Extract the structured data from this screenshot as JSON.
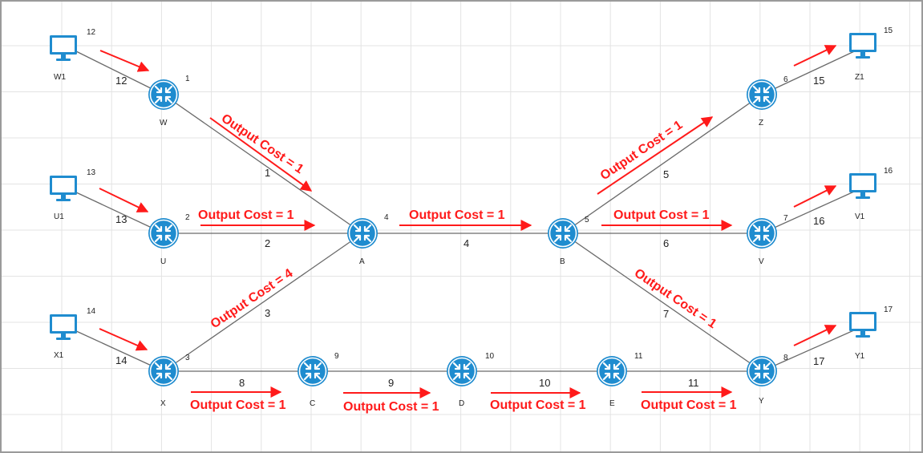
{
  "colors": {
    "background": "#ffffff",
    "grid": "#e3e3e3",
    "frame": "#9a9a9a",
    "link": "#6a6a6a",
    "router": "#1f8ccf",
    "computer": "#1f8ccf",
    "annotation": "#ff1a1a"
  },
  "icons": {
    "router": "router-icon",
    "computer": "computer-icon"
  },
  "nodes": {
    "W1": {
      "name": "W1",
      "id": "12",
      "kind": "computer"
    },
    "U1": {
      "name": "U1",
      "id": "13",
      "kind": "computer"
    },
    "X1": {
      "name": "X1",
      "id": "14",
      "kind": "computer"
    },
    "Z1": {
      "name": "Z1",
      "id": "15",
      "kind": "computer"
    },
    "V1": {
      "name": "V1",
      "id": "16",
      "kind": "computer"
    },
    "Y1": {
      "name": "Y1",
      "id": "17",
      "kind": "computer"
    },
    "W": {
      "name": "W",
      "id": "1",
      "kind": "router"
    },
    "U": {
      "name": "U",
      "id": "2",
      "kind": "router"
    },
    "X": {
      "name": "X",
      "id": "3",
      "kind": "router"
    },
    "A": {
      "name": "A",
      "id": "4",
      "kind": "router"
    },
    "B": {
      "name": "B",
      "id": "5",
      "kind": "router"
    },
    "Z": {
      "name": "Z",
      "id": "6",
      "kind": "router"
    },
    "V": {
      "name": "V",
      "id": "7",
      "kind": "router"
    },
    "Y": {
      "name": "Y",
      "id": "8",
      "kind": "router"
    },
    "C": {
      "name": "C",
      "id": "9",
      "kind": "router"
    },
    "D": {
      "name": "D",
      "id": "10",
      "kind": "router"
    },
    "E": {
      "name": "E",
      "id": "11",
      "kind": "router"
    }
  },
  "links": {
    "W1-W": {
      "from": "W1",
      "to": "W",
      "label": "12"
    },
    "U1-U": {
      "from": "U1",
      "to": "U",
      "label": "13"
    },
    "X1-X": {
      "from": "X1",
      "to": "X",
      "label": "14"
    },
    "W-A": {
      "from": "W",
      "to": "A",
      "label": "1"
    },
    "U-A": {
      "from": "U",
      "to": "A",
      "label": "2"
    },
    "X-A": {
      "from": "X",
      "to": "A",
      "label": "3"
    },
    "A-B": {
      "from": "A",
      "to": "B",
      "label": "4"
    },
    "B-Z": {
      "from": "B",
      "to": "Z",
      "label": "5"
    },
    "B-V": {
      "from": "B",
      "to": "V",
      "label": "6"
    },
    "B-Y": {
      "from": "B",
      "to": "Y",
      "label": "7"
    },
    "X-C": {
      "from": "X",
      "to": "C",
      "label": "8"
    },
    "C-D": {
      "from": "C",
      "to": "D",
      "label": "9"
    },
    "D-E": {
      "from": "D",
      "to": "E",
      "label": "10"
    },
    "E-Y": {
      "from": "E",
      "to": "Y",
      "label": "11"
    },
    "Z-Z1": {
      "from": "Z",
      "to": "Z1",
      "label": "15"
    },
    "V-V1": {
      "from": "V",
      "to": "V1",
      "label": "16"
    },
    "Y-Y1": {
      "from": "Y",
      "to": "Y1",
      "label": "17"
    }
  },
  "annotations": {
    "wa": "Output Cost = 1",
    "ua": "Output Cost = 1",
    "xa": "Output Cost = 4",
    "ab": "Output Cost = 1",
    "bz": "Output Cost = 1",
    "bv": "Output Cost = 1",
    "by": "Output Cost = 1",
    "xc": "Output Cost = 1",
    "cd": "Output Cost = 1",
    "de": "Output Cost = 1",
    "ey": "Output Cost = 1"
  }
}
